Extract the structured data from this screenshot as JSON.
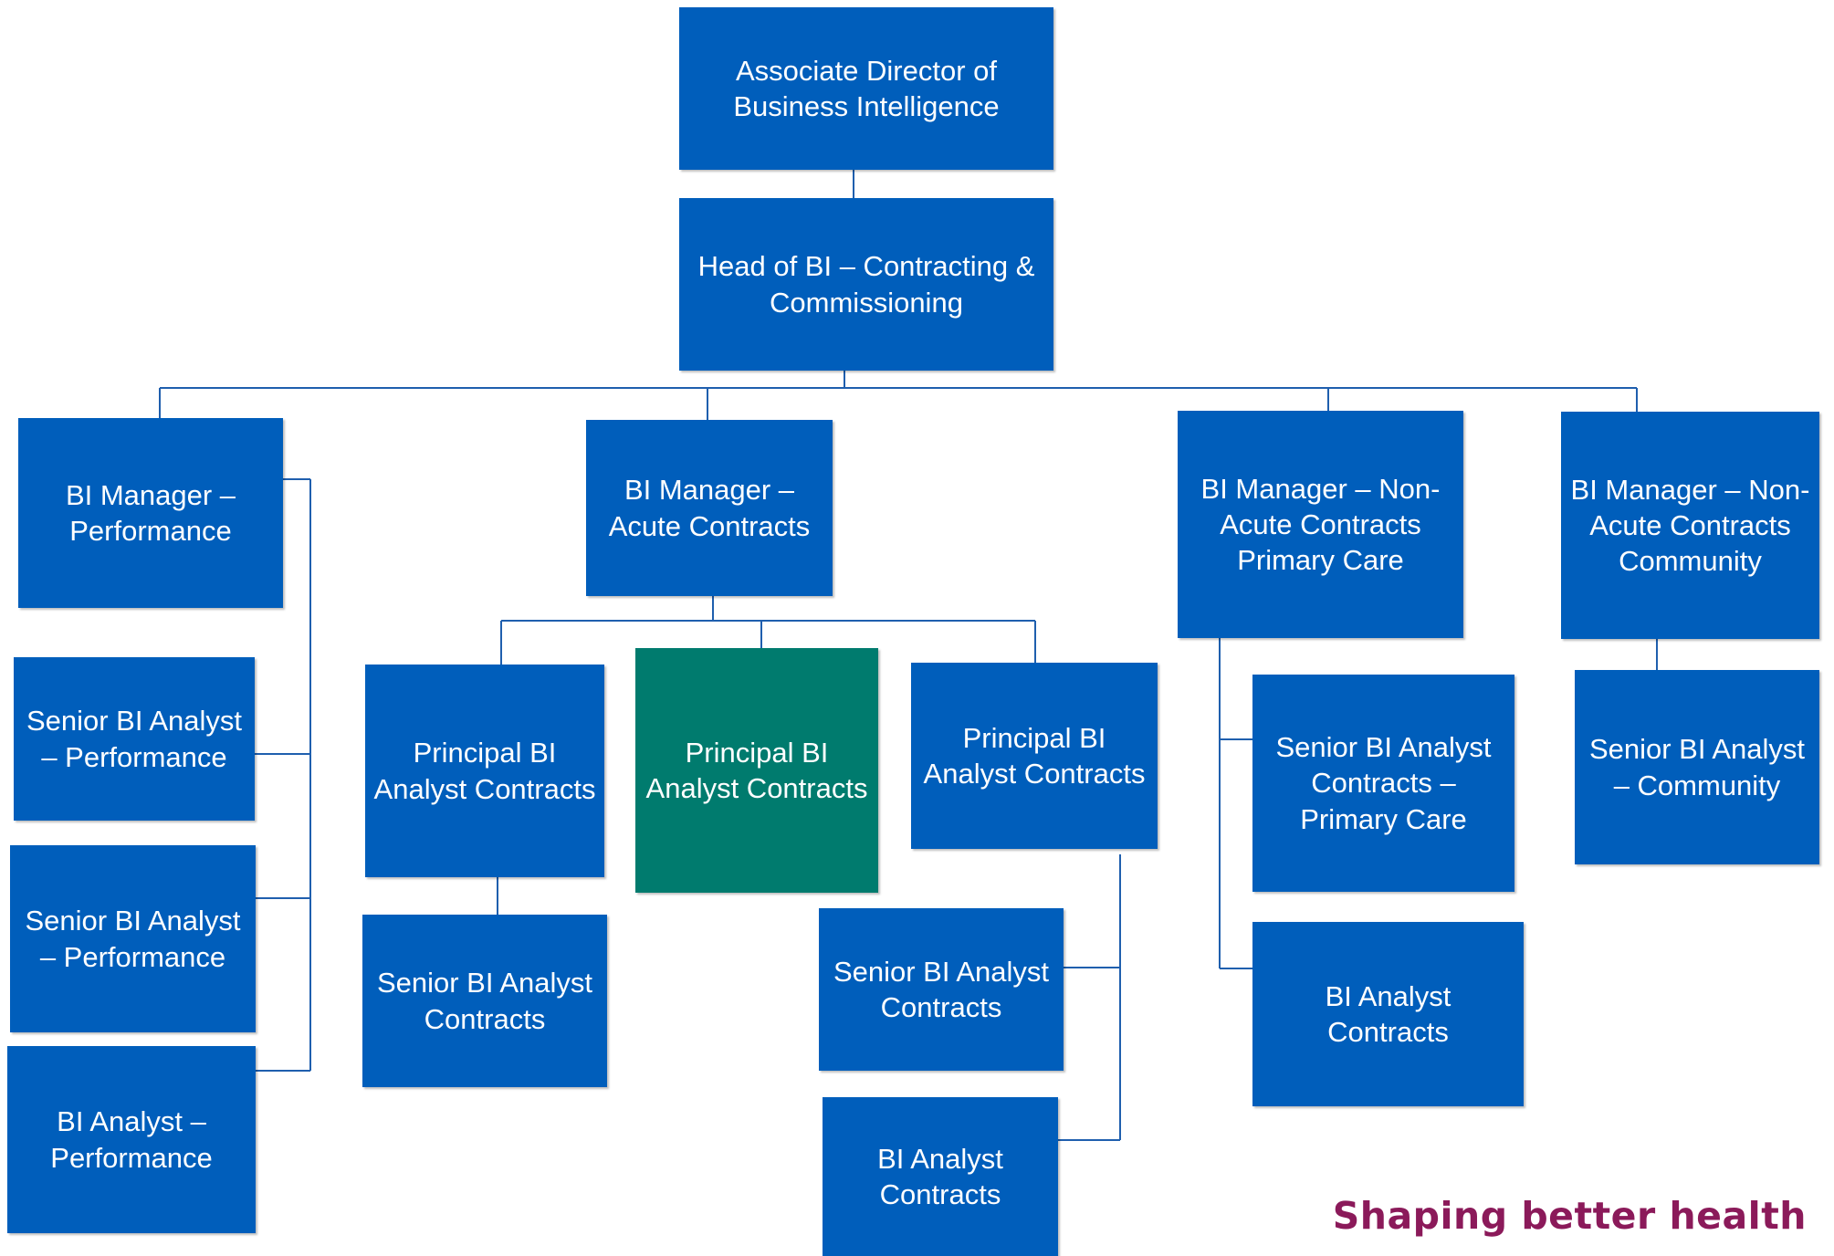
{
  "colors": {
    "box": "#005ebb",
    "highlight": "#007b6e",
    "connector": "#1f5fae",
    "brand": "#8b1a5a"
  },
  "nodes": [
    {
      "id": "n1",
      "parent": null,
      "lines": [
        "Associate Director of",
        "Business Intelligence"
      ]
    },
    {
      "id": "n2",
      "parent": "n1",
      "lines": [
        "Head of BI – Contracting &",
        "Commissioning"
      ]
    },
    {
      "id": "n3",
      "parent": "n2",
      "lines": [
        "BI Manager –",
        "Performance"
      ]
    },
    {
      "id": "n4",
      "parent": "n2",
      "lines": [
        "BI Manager –",
        "Acute Contracts"
      ]
    },
    {
      "id": "n5",
      "parent": "n2",
      "lines": [
        "BI Manager – Non-",
        "Acute Contracts",
        "Primary Care"
      ]
    },
    {
      "id": "n6",
      "parent": "n2",
      "lines": [
        "BI Manager – Non-",
        "Acute Contracts",
        "Community"
      ]
    },
    {
      "id": "n7",
      "parent": "n3",
      "lines": [
        "Senior BI Analyst",
        "– Performance"
      ]
    },
    {
      "id": "n8",
      "parent": "n3",
      "lines": [
        "Senior BI Analyst",
        "– Performance"
      ]
    },
    {
      "id": "n9",
      "parent": "n3",
      "lines": [
        "BI Analyst –",
        "Performance"
      ]
    },
    {
      "id": "n10",
      "parent": "n4",
      "lines": [
        "Principal BI",
        "Analyst Contracts"
      ]
    },
    {
      "id": "n11",
      "parent": "n4",
      "lines": [
        "Principal BI",
        "Analyst Contracts"
      ],
      "highlight": true
    },
    {
      "id": "n12",
      "parent": "n4",
      "lines": [
        "Principal BI",
        "Analyst Contracts"
      ]
    },
    {
      "id": "n13",
      "parent": "n10",
      "lines": [
        "Senior BI Analyst",
        "Contracts"
      ]
    },
    {
      "id": "n14",
      "parent": "n12",
      "lines": [
        "Senior BI Analyst",
        "Contracts"
      ]
    },
    {
      "id": "n15",
      "parent": "n12",
      "lines": [
        "BI Analyst",
        "Contracts"
      ]
    },
    {
      "id": "n16",
      "parent": "n5",
      "lines": [
        "Senior BI Analyst",
        "Contracts –",
        "Primary Care"
      ]
    },
    {
      "id": "n17",
      "parent": "n5",
      "lines": [
        "BI Analyst",
        "Contracts"
      ]
    },
    {
      "id": "n18",
      "parent": "n6",
      "lines": [
        "Senior BI Analyst",
        "– Community"
      ]
    }
  ],
  "brand_text": "Shaping better health"
}
